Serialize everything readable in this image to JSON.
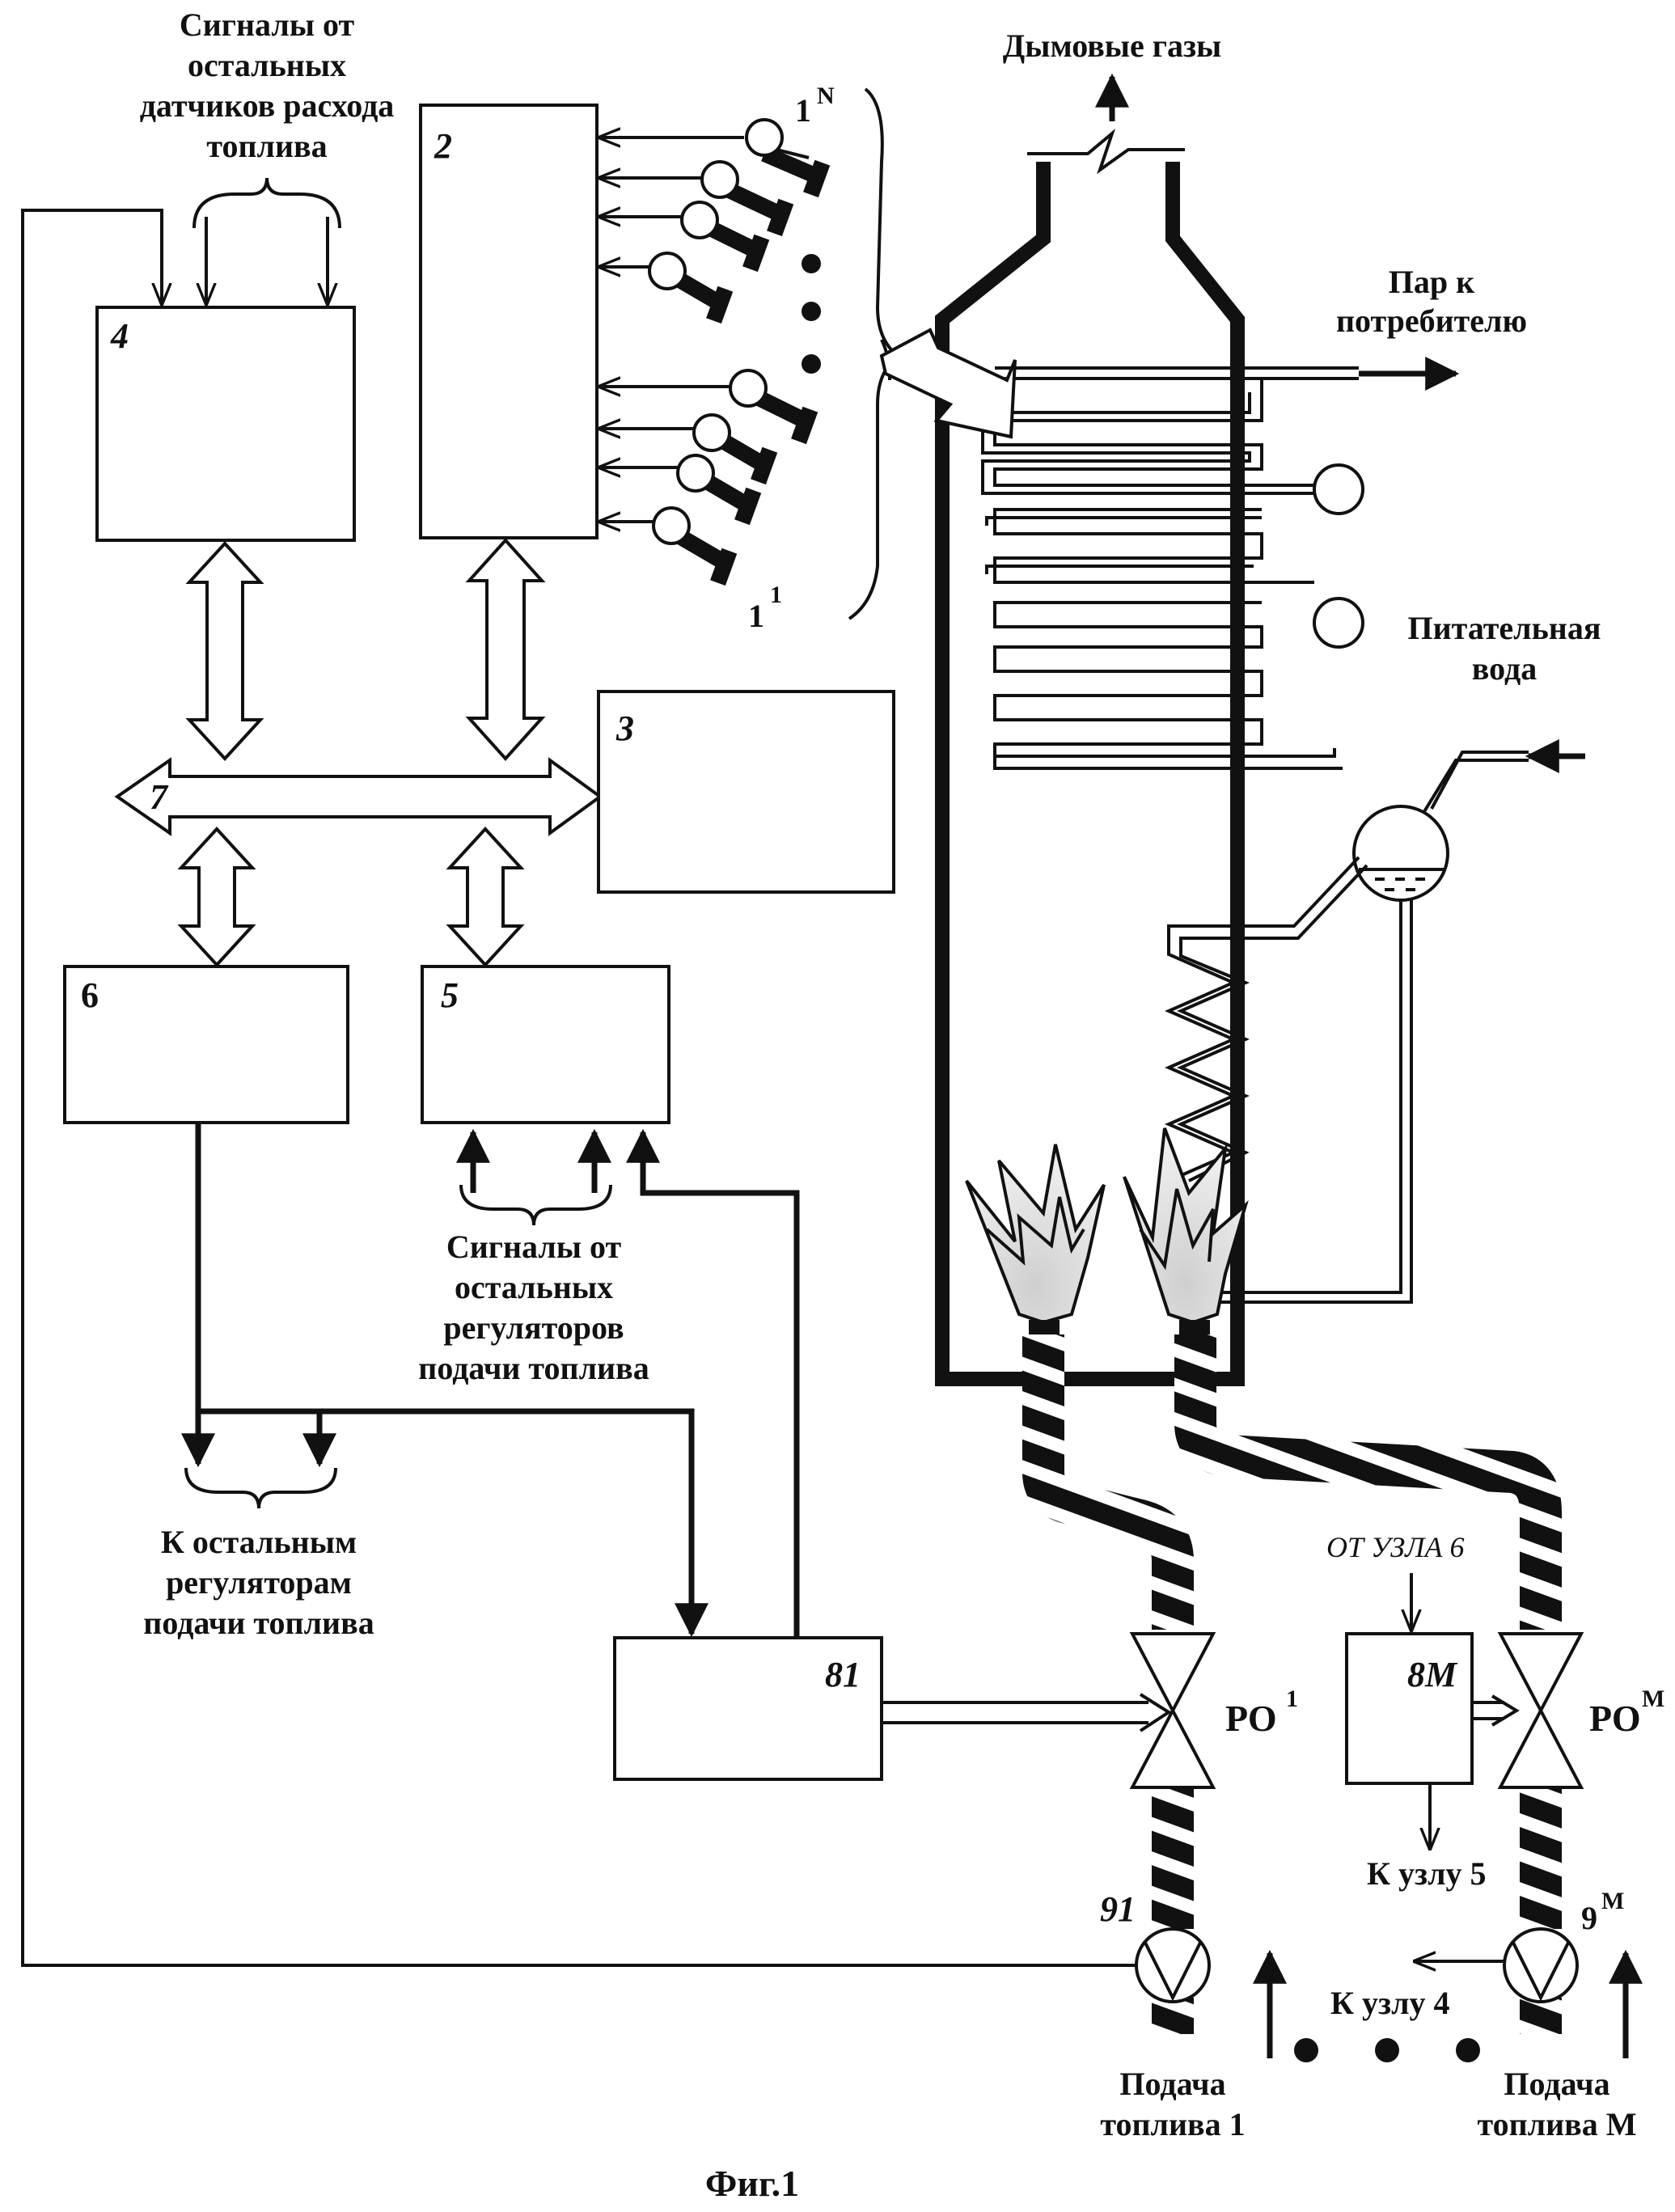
{
  "labels": {
    "signals_fuel_sensors": [
      "Сигналы от",
      "остальных",
      "датчиков расхода",
      "топлива"
    ],
    "flue_gases": "Дымовые газы",
    "steam_to_consumer": [
      "Пар к",
      "потребителю"
    ],
    "feed_water": [
      "Питательная",
      "вода"
    ],
    "signals_regulators": [
      "Сигналы от",
      "остальных",
      "регуляторов",
      "подачи топлива"
    ],
    "to_other_regulators": [
      "К остальным",
      "регуляторам",
      "подачи топлива"
    ],
    "from_node_6": "ОТ УЗЛА 6",
    "to_node_5": "К узлу 5",
    "to_node_4": "К узлу 4",
    "fuel_supply_1": [
      "Подача",
      "топлива 1"
    ],
    "fuel_supply_m": [
      "Подача",
      "топлива М"
    ],
    "figure_caption": "Фиг.1"
  },
  "blocks": {
    "b2": "2",
    "b3": "3",
    "b4": "4",
    "b5": "5",
    "b6": "6",
    "bus7": "7",
    "b8_1": "81",
    "b8_m": "8М",
    "b9_1": "91",
    "b9_m_base": "9",
    "b9_m_sup": "М"
  },
  "sensors": {
    "top_base": "1",
    "top_sup": "N",
    "bottom_base": "1",
    "bottom_sup": "1"
  },
  "valves": {
    "ro1_base": "РО",
    "ro1_sup": "1",
    "rom_base": "РО",
    "rom_sup": "М"
  }
}
